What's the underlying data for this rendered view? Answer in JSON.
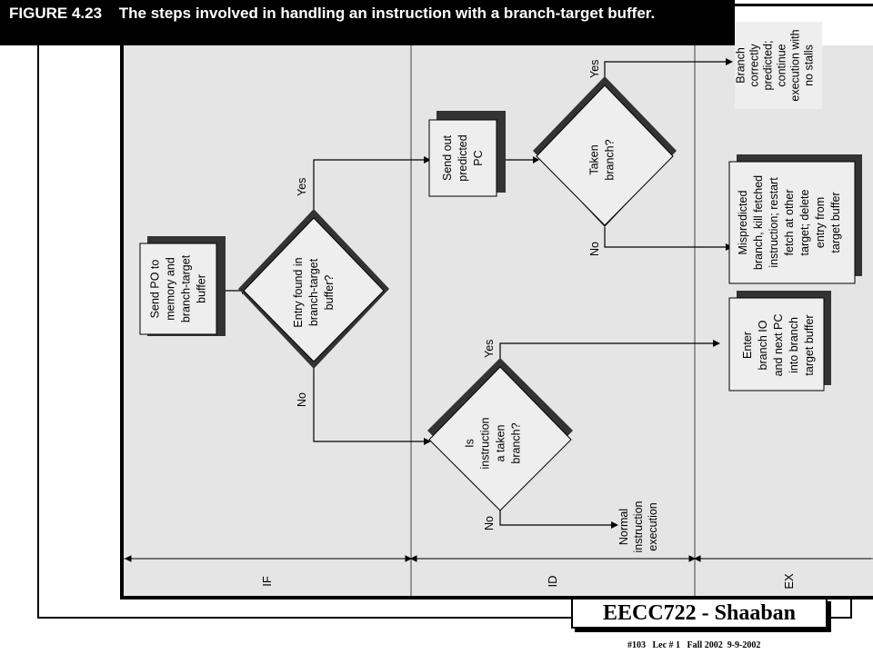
{
  "figure": {
    "number": "FIGURE 4.23",
    "caption": "The steps involved in handling an instruction with a branch-target buffer."
  },
  "stages": [
    "IF",
    "ID",
    "EX"
  ],
  "nodes": {
    "send_pc": [
      "Send PO to",
      "memory and",
      "branch-target",
      "buffer"
    ],
    "entry_found": [
      "Entry found in",
      "branch-target",
      "buffer?"
    ],
    "send_predicted": [
      "Send out",
      "predicted",
      "PC"
    ],
    "taken_branch": [
      "Taken",
      "branch?"
    ],
    "is_taken": [
      "Is",
      "instruction",
      "a taken",
      "branch?"
    ],
    "correct": [
      "Branch",
      "correctly",
      "predicted;",
      "continue",
      "execution with",
      "no stalls"
    ],
    "mispredicted": [
      "Mispredicted",
      "branch, kill fetched",
      "instruction; restart",
      "fetch at other",
      "target; delete",
      "entry from",
      "target buffer"
    ],
    "enter_btb": [
      "Enter",
      "branch IO",
      "and next PC",
      "into branch",
      "target buffer"
    ],
    "normal": [
      "Normal",
      "instruction",
      "execution"
    ]
  },
  "edge_labels": {
    "yes": "Yes",
    "no": "No"
  },
  "course": "EECC722 - Shaaban",
  "footer": "#103   Lec # 1   Fall 2002  9-9-2002"
}
